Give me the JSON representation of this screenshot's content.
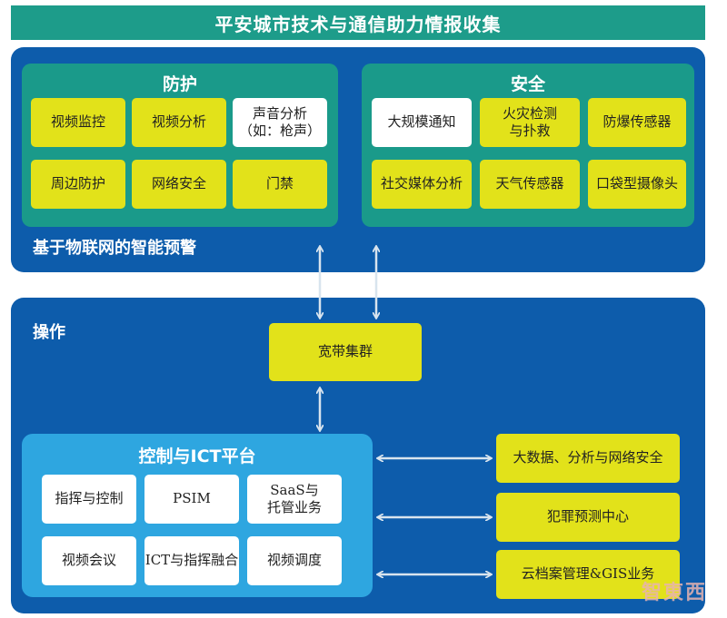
{
  "title": "平安城市技术与通信助力情报收集",
  "top_panel": {
    "label": "基于物联网的智能预警",
    "defense": {
      "heading": "防护",
      "items": [
        "视频监控",
        "视频分析",
        "声音分析\n（如：枪声）",
        "周边防护",
        "网络安全",
        "门禁"
      ]
    },
    "security": {
      "heading": "安全",
      "items": [
        "大规模通知",
        "火灾检测\n与扑救",
        "防爆传感器",
        "社交媒体分析",
        "天气传感器",
        "口袋型摄像头"
      ]
    }
  },
  "bottom_panel": {
    "label": "操作",
    "broadband": "宽带集群",
    "control": {
      "heading": "控制与ICT平台",
      "items": [
        "指挥与控制",
        "PSIM",
        "SaaS与\n托管业务",
        "视频会议",
        "ICT与指挥融合",
        "视频调度"
      ]
    },
    "side_boxes": [
      "大数据、分析与网络安全",
      "犯罪预测中心",
      "云档案管理&GIS业务"
    ]
  },
  "watermark": "智東西",
  "colors": {
    "title_bar": "#1d9c8a",
    "dark_blue": "#0d5cab",
    "teal": "#1a9a8a",
    "light_blue": "#2ea6e0",
    "yellow": "#e2e21a"
  }
}
